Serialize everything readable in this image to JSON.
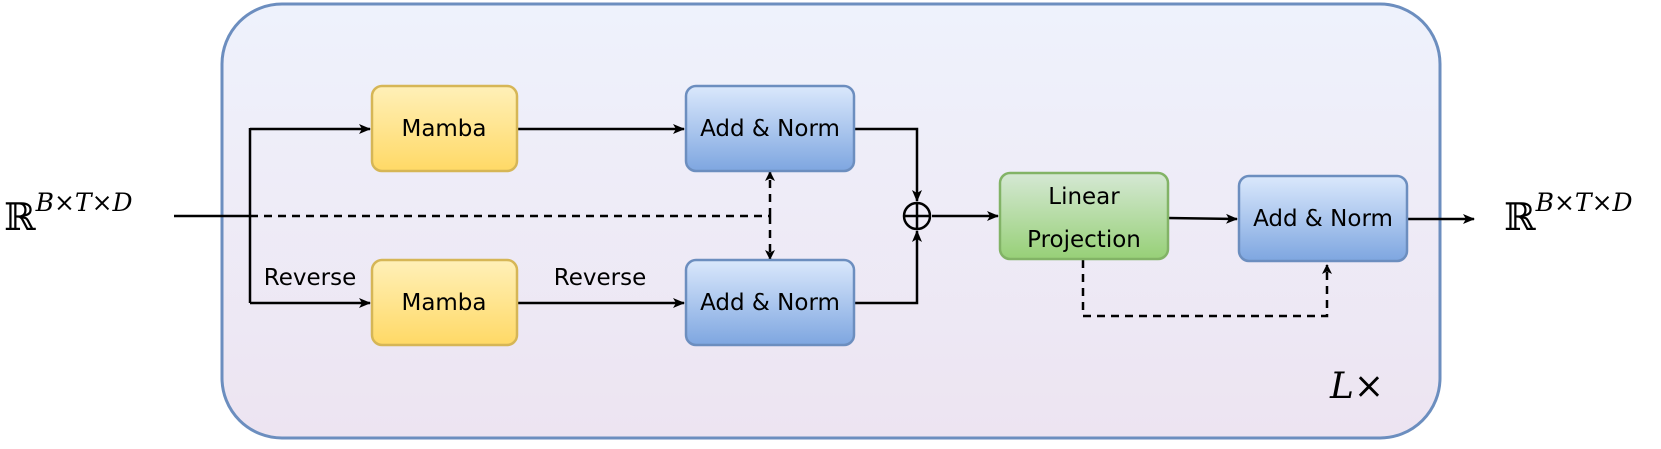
{
  "input_label": {
    "base": "ℝ",
    "sup": "B×T×D"
  },
  "output_label": {
    "base": "ℝ",
    "sup": "B×T×D"
  },
  "repeat_label": "L×",
  "blocks": {
    "mamba_top": "Mamba",
    "mamba_bottom": "Mamba",
    "addnorm_top": "Add & Norm",
    "addnorm_bottom": "Add & Norm",
    "linear_line1": "Linear",
    "linear_line2": "Projection",
    "addnorm_right": "Add & Norm"
  },
  "edge_labels": {
    "reverse_in": "Reverse",
    "reverse_out": "Reverse"
  },
  "colors": {
    "container_stroke": "#6c8ebf",
    "mamba_fill": "#ffe28a",
    "mamba_stroke": "#d6b656",
    "addnorm_fill": "#a9c4eb",
    "addnorm_stroke": "#6c8ebf",
    "linear_fill": "#b9e0a5",
    "linear_stroke": "#82b366",
    "line": "#000000"
  }
}
